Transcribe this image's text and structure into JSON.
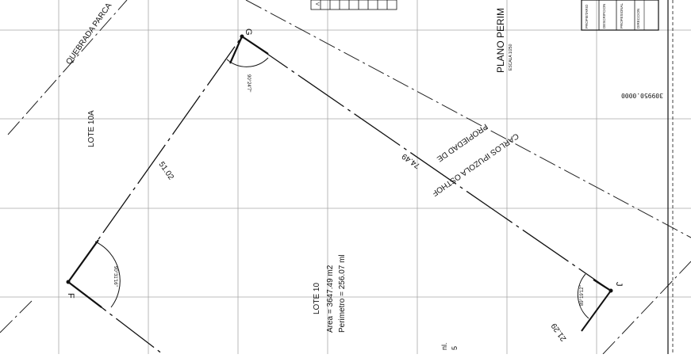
{
  "drawing": {
    "points": {
      "f": "F",
      "g": "G",
      "j": "J"
    },
    "angles": {
      "g": "90°24'7\"",
      "f": "90°31'16\"",
      "j": "89°19'12\""
    },
    "distances": {
      "fg": "51.02",
      "gj": "74.49",
      "j_bottom": "21.29"
    },
    "labels": {
      "quebrada": "QUEBRADA PARCA",
      "lote_10a": "LOTE 10A",
      "propiedad_line1": "CARLOS IPUZOLA OSTHOF",
      "propiedad_line2": "PROPIEDAD DE",
      "lote": "LOTE 10",
      "area": "Area = 3647.49 m2",
      "perimetro": "Perimetro = 256.07 ml",
      "coord": "309950.0000",
      "bottom_text1": "nl.",
      "bottom_text2": "5"
    }
  },
  "title_block": {
    "title": "PLANO PERIM",
    "scale": "ESCALA 1/250",
    "fields": [
      "PROPIETARIO",
      "DESCRIPCION",
      "PROFESIONAL",
      "DIRECCION"
    ],
    "table_header": "V"
  },
  "colors": {
    "ink": "#111111",
    "grid": "#9a9a9a",
    "paper": "#ffffff"
  }
}
